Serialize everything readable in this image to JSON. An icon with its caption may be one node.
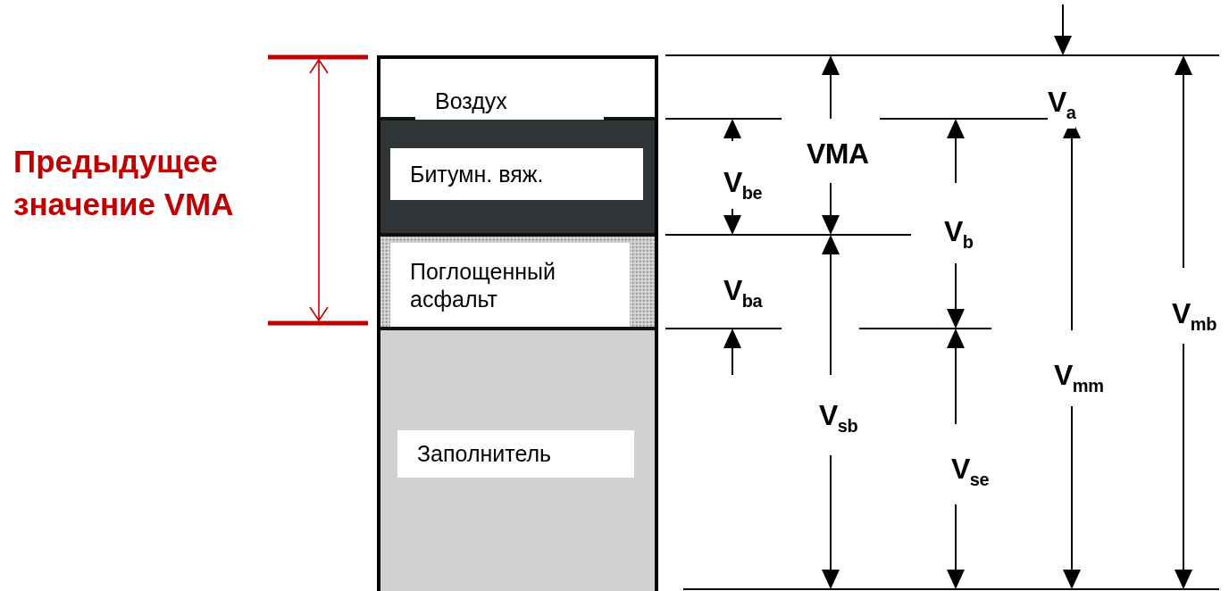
{
  "diagram": {
    "nodes": [
      {
        "text": [
          "Воздух"
        ]
      },
      {
        "text": [
          "Битумн. вяж."
        ]
      },
      {
        "text": [
          "Поглощенный асфальт"
        ]
      },
      {
        "text": [
          "Заполнитель"
        ]
      }
    ],
    "labels": [
      "Предыдущее значение VMA",
      "V$_{a}$",
      "VMA",
      "V$_{be}$",
      "V$_{b}$",
      "V$_{ba}$",
      "V$_{mb}$",
      "V$_{mm}$",
      "V$_{sb}$",
      "V$_{se}$"
    ]
  }
}
